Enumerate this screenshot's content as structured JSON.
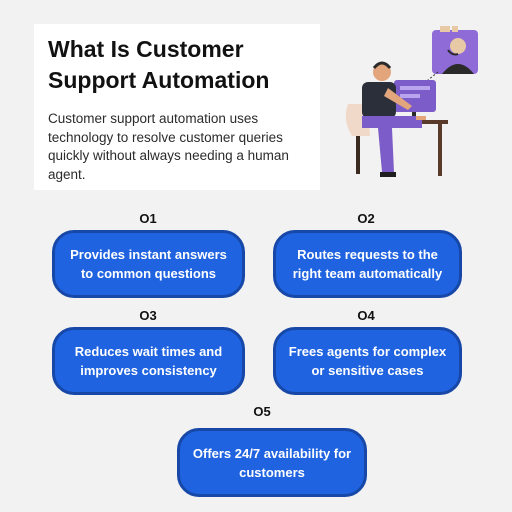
{
  "title": "What Is Customer Support Automation",
  "description": "Customer support automation uses technology to resolve customer queries quickly without always needing a human agent.",
  "colors": {
    "pill_fill": "#1f63e0",
    "pill_border": "#1748a8",
    "background": "#f2f2f2"
  },
  "items": [
    {
      "number": "O1",
      "text": "Provides instant answers to common questions"
    },
    {
      "number": "O2",
      "text": "Routes requests to the right team automatically"
    },
    {
      "number": "O3",
      "text": "Reduces wait times and improves consistency"
    },
    {
      "number": "O4",
      "text": "Frees agents for complex or sensitive cases"
    },
    {
      "number": "O5",
      "text": "Offers 24/7 availability for customers"
    }
  ]
}
